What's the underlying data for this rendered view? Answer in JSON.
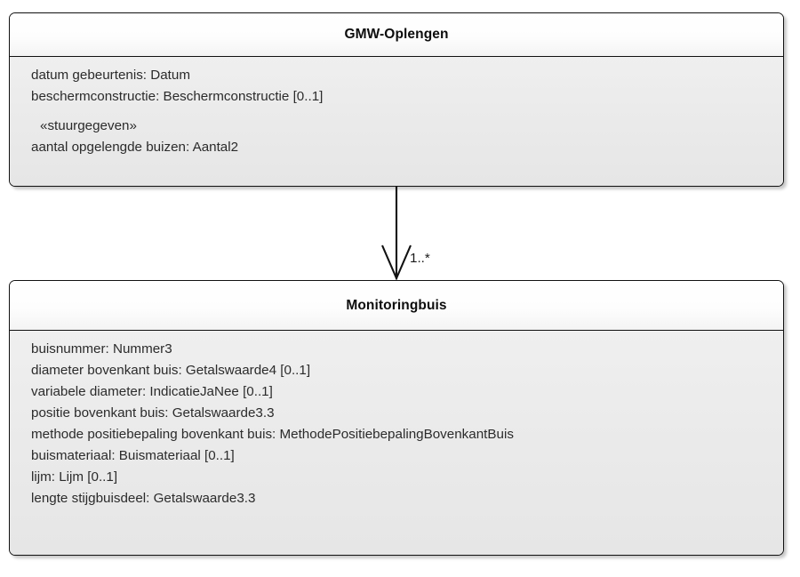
{
  "diagram": {
    "type": "uml-class-diagram",
    "background_color": "#ffffff",
    "classes": [
      {
        "name": "GMW-Oplengen",
        "attributes": [
          {
            "text": "datum gebeurtenis: Datum",
            "kind": "attribute"
          },
          {
            "text": "beschermconstructie: Beschermconstructie [0..1]",
            "kind": "attribute"
          },
          {
            "text": "«stuurgegeven»",
            "kind": "stereotype"
          },
          {
            "text": "aantal opgelengde buizen: Aantal2",
            "kind": "attribute"
          }
        ]
      },
      {
        "name": "Monitoringbuis",
        "attributes": [
          {
            "text": "buisnummer: Nummer3",
            "kind": "attribute"
          },
          {
            "text": "diameter bovenkant buis: Getalswaarde4 [0..1]",
            "kind": "attribute"
          },
          {
            "text": "variabele diameter: IndicatieJaNee [0..1]",
            "kind": "attribute"
          },
          {
            "text": "positie bovenkant buis: Getalswaarde3.3",
            "kind": "attribute"
          },
          {
            "text": "methode positiebepaling bovenkant buis: MethodePositiebepalingBovenkantBuis",
            "kind": "attribute"
          },
          {
            "text": "buismateriaal: Buismateriaal [0..1]",
            "kind": "attribute"
          },
          {
            "text": "lijm: Lijm [0..1]",
            "kind": "attribute"
          },
          {
            "text": "lengte stijgbuisdeel: Getalswaarde3.3",
            "kind": "attribute"
          }
        ]
      }
    ],
    "connector": {
      "kind": "association-directed",
      "from": "GMW-Oplengen",
      "to": "Monitoringbuis",
      "arrow_style": "open-v-arrowhead",
      "target_multiplicity": "1..*",
      "line_color": "#111111"
    }
  },
  "colors": {
    "border": "#111111",
    "header_fill": "#fdfdfd",
    "body_fill": "#ebebeb",
    "text": "#2b2b2b",
    "title_text": "#0d0d0d",
    "canvas": "#ffffff"
  }
}
